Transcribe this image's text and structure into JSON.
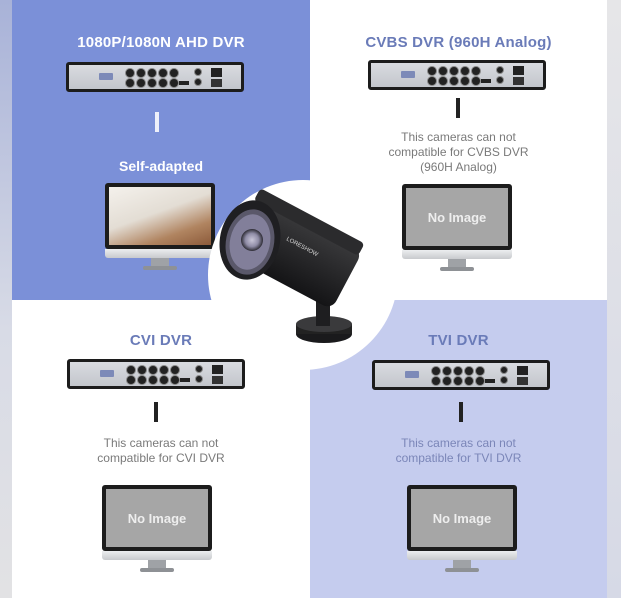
{
  "panels": [
    {
      "id": "ahd",
      "title": "1080P/1080N AHD DVR",
      "status": "Self-adapted",
      "screen_text": "",
      "background": "#7b90d8"
    },
    {
      "id": "cvbs",
      "title": "CVBS DVR (960H Analog)",
      "message_lines": [
        "This cameras can not",
        "compatible for CVBS DVR",
        "(960H Analog)"
      ],
      "screen_text": "No Image",
      "background": "#ffffff"
    },
    {
      "id": "cvi",
      "title": "CVI DVR",
      "message_lines": [
        "This cameras can not",
        "compatible for CVI DVR"
      ],
      "screen_text": "No Image",
      "background": "#ffffff"
    },
    {
      "id": "tvi",
      "title": "TVI DVR",
      "message_lines": [
        "This cameras can not",
        "compatible for TVI DVR"
      ],
      "screen_text": "No Image",
      "background": "#c5ccee"
    }
  ],
  "center": {
    "product": "bullet-camera",
    "brand_text": "LORESHOW"
  },
  "colors": {
    "accent_dark": "#7b90d8",
    "accent_light": "#c5ccee",
    "title_blue": "#6a7bb8"
  }
}
